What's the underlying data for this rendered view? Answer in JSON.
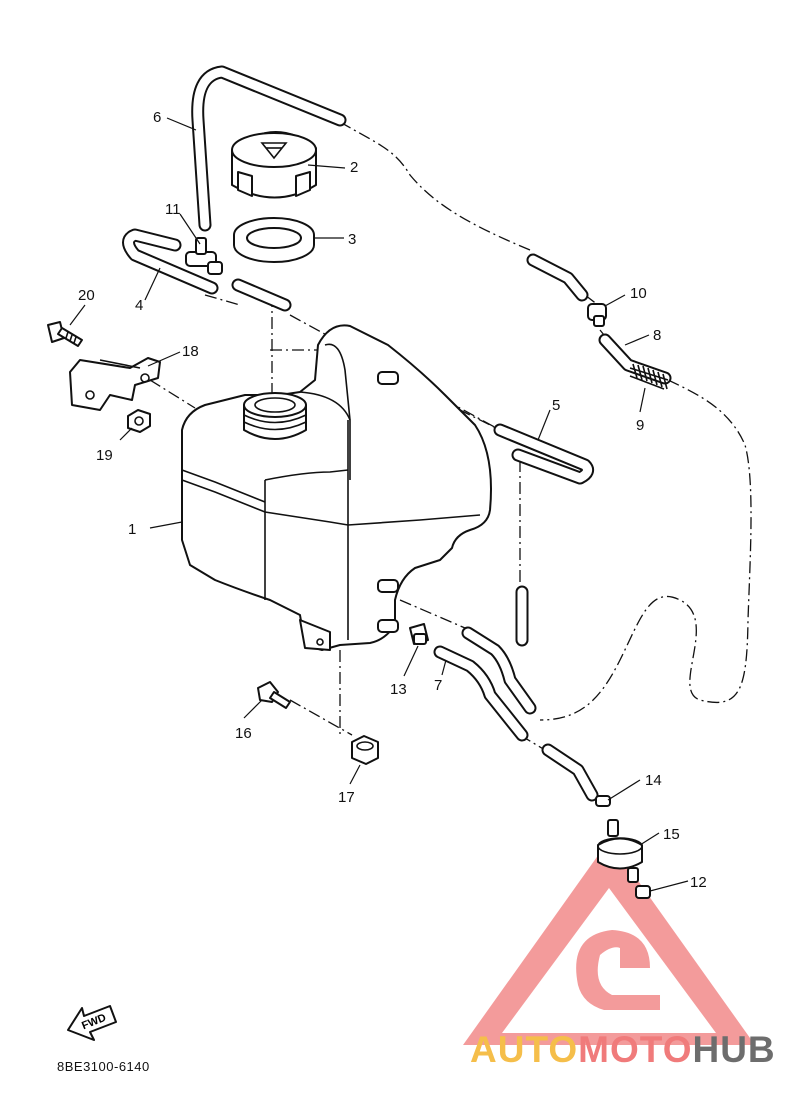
{
  "diagram": {
    "part_labels": {
      "p1": "1",
      "p2": "2",
      "p3": "3",
      "p4": "4",
      "p5": "5",
      "p6": "6",
      "p7": "7",
      "p8": "8",
      "p9": "9",
      "p10": "10",
      "p11": "11",
      "p12": "12",
      "p13": "13",
      "p14": "14",
      "p15": "15",
      "p16": "16",
      "p17": "17",
      "p18": "18",
      "p19": "19",
      "p20": "20"
    },
    "direction_label": "FWD",
    "code": "8BE3100-6140"
  },
  "watermark": {
    "part1": "AUTO",
    "part2": "MOTO",
    "part3": "HUB",
    "colors": {
      "auto": "#f5be4a",
      "moto": "#f07b7b",
      "hub": "#6d6d6d",
      "triangle": "#f28a8a"
    }
  }
}
